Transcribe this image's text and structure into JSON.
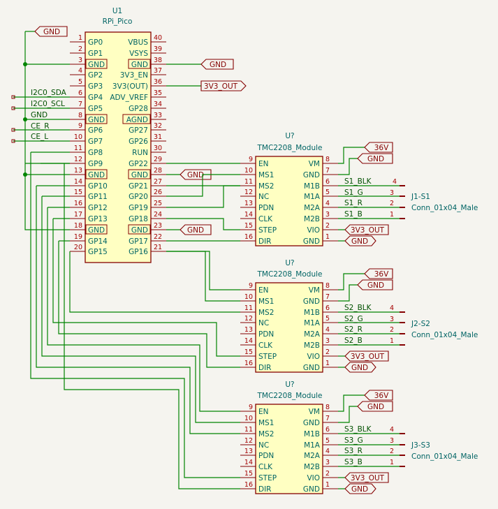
{
  "pico": {
    "ref": "U1",
    "value": "RPi_Pico",
    "left_pins": [
      {
        "num": "1",
        "name": "GP0"
      },
      {
        "num": "2",
        "name": "GP1"
      },
      {
        "num": "3",
        "name": "GND"
      },
      {
        "num": "4",
        "name": "GP2"
      },
      {
        "num": "5",
        "name": "GP3"
      },
      {
        "num": "6",
        "name": "GP4"
      },
      {
        "num": "7",
        "name": "GP5"
      },
      {
        "num": "8",
        "name": "GND"
      },
      {
        "num": "9",
        "name": "GP6"
      },
      {
        "num": "10",
        "name": "GP7"
      },
      {
        "num": "11",
        "name": "GP8"
      },
      {
        "num": "12",
        "name": "GP9"
      },
      {
        "num": "13",
        "name": "GND"
      },
      {
        "num": "14",
        "name": "GP10"
      },
      {
        "num": "15",
        "name": "GP11"
      },
      {
        "num": "16",
        "name": "GP12"
      },
      {
        "num": "17",
        "name": "GP13"
      },
      {
        "num": "18",
        "name": "GND"
      },
      {
        "num": "19",
        "name": "GP14"
      },
      {
        "num": "20",
        "name": "GP15"
      }
    ],
    "right_pins": [
      {
        "num": "40",
        "name": "VBUS"
      },
      {
        "num": "39",
        "name": "VSYS"
      },
      {
        "num": "38",
        "name": "GND"
      },
      {
        "num": "37",
        "name": "3V3_EN"
      },
      {
        "num": "36",
        "name": "3V3(OUT)"
      },
      {
        "num": "35",
        "name": "ADV_VREF"
      },
      {
        "num": "34",
        "name": "GP28"
      },
      {
        "num": "33",
        "name": "AGND"
      },
      {
        "num": "32",
        "name": "GP27"
      },
      {
        "num": "31",
        "name": "GP26"
      },
      {
        "num": "30",
        "name": "RUN"
      },
      {
        "num": "29",
        "name": "GP22"
      },
      {
        "num": "28",
        "name": "GND"
      },
      {
        "num": "27",
        "name": "GP21"
      },
      {
        "num": "26",
        "name": "GP20"
      },
      {
        "num": "25",
        "name": "GP19"
      },
      {
        "num": "24",
        "name": "GP18"
      },
      {
        "num": "23",
        "name": "GND"
      },
      {
        "num": "22",
        "name": "GP17"
      },
      {
        "num": "21",
        "name": "GP16"
      }
    ],
    "net_labels": [
      "I2C0_SDA",
      "I2C0_SCL",
      "GND",
      "CE_R",
      "CE_L"
    ]
  },
  "power_labels": {
    "gnd": "GND",
    "v3v3": "3V3_OUT",
    "v36": "36V"
  },
  "drivers": [
    {
      "ref": "U?",
      "value": "TMC2208_Module",
      "left_pins": [
        {
          "num": "9",
          "name": "EN"
        },
        {
          "num": "10",
          "name": "MS1"
        },
        {
          "num": "11",
          "name": "MS2"
        },
        {
          "num": "12",
          "name": "NC"
        },
        {
          "num": "13",
          "name": "PDN"
        },
        {
          "num": "14",
          "name": "CLK"
        },
        {
          "num": "15",
          "name": "STEP"
        },
        {
          "num": "16",
          "name": "DIR"
        }
      ],
      "right_pins": [
        {
          "num": "8",
          "name": "VM"
        },
        {
          "num": "7",
          "name": "GND"
        },
        {
          "num": "6",
          "name": "M1B"
        },
        {
          "num": "5",
          "name": "M1A"
        },
        {
          "num": "4",
          "name": "M2A"
        },
        {
          "num": "3",
          "name": "M2B"
        },
        {
          "num": "2",
          "name": "VIO"
        },
        {
          "num": "1",
          "name": "GND"
        }
      ],
      "coil_labels": [
        "S1_BLK",
        "S1_G",
        "S1_R",
        "S1_B"
      ],
      "conn_ref": "J1-S1",
      "conn_value": "Conn_01x04_Male",
      "conn_pins": [
        "4",
        "3",
        "2",
        "1"
      ]
    },
    {
      "ref": "U?",
      "value": "TMC2208_Module",
      "left_pins": [
        {
          "num": "9",
          "name": "EN"
        },
        {
          "num": "10",
          "name": "MS1"
        },
        {
          "num": "11",
          "name": "MS2"
        },
        {
          "num": "12",
          "name": "NC"
        },
        {
          "num": "13",
          "name": "PDN"
        },
        {
          "num": "14",
          "name": "CLK"
        },
        {
          "num": "15",
          "name": "STEP"
        },
        {
          "num": "16",
          "name": "DIR"
        }
      ],
      "right_pins": [
        {
          "num": "8",
          "name": "VM"
        },
        {
          "num": "7",
          "name": "GND"
        },
        {
          "num": "6",
          "name": "M1B"
        },
        {
          "num": "5",
          "name": "M1A"
        },
        {
          "num": "4",
          "name": "M2A"
        },
        {
          "num": "3",
          "name": "M2B"
        },
        {
          "num": "2",
          "name": "VIO"
        },
        {
          "num": "1",
          "name": "GND"
        }
      ],
      "coil_labels": [
        "S2_BLK",
        "S2_G",
        "S2_R",
        "S2_B"
      ],
      "conn_ref": "J2-S2",
      "conn_value": "Conn_01x04_Male",
      "conn_pins": [
        "4",
        "3",
        "2",
        "1"
      ]
    },
    {
      "ref": "U?",
      "value": "TMC2208_Module",
      "left_pins": [
        {
          "num": "9",
          "name": "EN"
        },
        {
          "num": "10",
          "name": "MS1"
        },
        {
          "num": "11",
          "name": "MS2"
        },
        {
          "num": "12",
          "name": "NC"
        },
        {
          "num": "13",
          "name": "PDN"
        },
        {
          "num": "14",
          "name": "CLK"
        },
        {
          "num": "15",
          "name": "STEP"
        },
        {
          "num": "16",
          "name": "DIR"
        }
      ],
      "right_pins": [
        {
          "num": "8",
          "name": "VM"
        },
        {
          "num": "7",
          "name": "GND"
        },
        {
          "num": "6",
          "name": "M1B"
        },
        {
          "num": "5",
          "name": "M1A"
        },
        {
          "num": "4",
          "name": "M2A"
        },
        {
          "num": "3",
          "name": "M2B"
        },
        {
          "num": "2",
          "name": "VIO"
        },
        {
          "num": "1",
          "name": "GND"
        }
      ],
      "coil_labels": [
        "S3_BLK",
        "S3_G",
        "S3_R",
        "S3_B"
      ],
      "conn_ref": "J3-S3",
      "conn_value": "Conn_01x04_Male",
      "conn_pins": [
        "4",
        "3",
        "2",
        "1"
      ]
    }
  ],
  "colors": {
    "symbol": "#840000",
    "wire": "#008400",
    "body_fill": "#ffffc2",
    "pin_text": "#006464",
    "background": "#f5f4ef"
  }
}
